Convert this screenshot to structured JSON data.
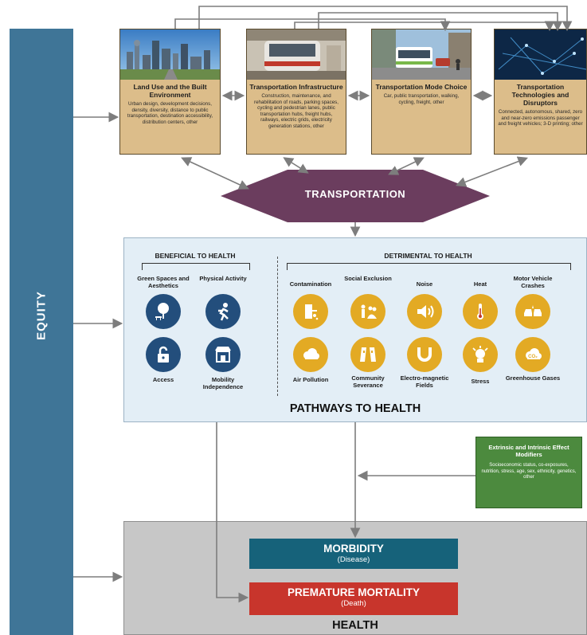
{
  "equity": {
    "label": "EQUITY"
  },
  "transportation_factors": [
    {
      "title": "Land Use and the Built Environment",
      "description": "Urban design, development decisions, density, diversity, distance to public transportation, destination accessibility, distribution centers, other",
      "photo_icon": "city-skyline-photo"
    },
    {
      "title": "Transportation Infrastructure",
      "description": "Construction, maintenance, and rehabilitation of roads, parking spaces, cycling and pedestrian lanes, public transportation hubs, freight hubs, railways, electric grids, electricity generation stations, other",
      "photo_icon": "light-rail-photo"
    },
    {
      "title": "Transportation Mode Choice",
      "description": "Car, public transportation, walking, cycling, freight, other",
      "photo_icon": "bus-street-photo"
    },
    {
      "title": "Transportation Technologies and Disruptors",
      "description": "Connected, autonomous, shared, zero and near-zero emissions passenger and freight vehicles; 3-D printing; other",
      "photo_icon": "network-tech-photo"
    }
  ],
  "transportation": {
    "label": "TRANSPORTATION"
  },
  "pathways": {
    "title": "PATHWAYS TO HEALTH",
    "beneficial_heading": "BENEFICIAL TO HEALTH",
    "detrimental_heading": "DETRIMENTAL TO HEALTH",
    "beneficial_top": [
      {
        "label": "Green Spaces and Aesthetics",
        "icon": "tree-bench-icon"
      },
      {
        "label": "Physical Activity",
        "icon": "runner-icon"
      }
    ],
    "beneficial_bottom": [
      {
        "label": "Access",
        "icon": "unlocked-padlock-icon"
      },
      {
        "label": "Mobility Independence",
        "icon": "storefront-icon"
      }
    ],
    "detrimental_top": [
      {
        "label": "Contamination",
        "icon": "contamination-icon"
      },
      {
        "label": "Social Exclusion",
        "icon": "social-exclusion-icon"
      },
      {
        "label": "Noise",
        "icon": "speaker-noise-icon"
      },
      {
        "label": "Heat",
        "icon": "thermometer-icon"
      },
      {
        "label": "Motor Vehicle Crashes",
        "icon": "car-crash-icon"
      }
    ],
    "detrimental_bottom": [
      {
        "label": "Air Pollution",
        "icon": "smog-cloud-icon"
      },
      {
        "label": "Community Severance",
        "icon": "split-road-icon"
      },
      {
        "label": "Electro-magnetic Fields",
        "icon": "magnet-icon"
      },
      {
        "label": "Stress",
        "icon": "stressed-head-icon"
      },
      {
        "label": "Greenhouse Gases",
        "icon": "co2-cloud-icon"
      }
    ]
  },
  "modifiers": {
    "title": "Extrinsic and Intrinsic Effect Modifiers",
    "description": "Socioeconomic status, co-exposures, nutrition, stress, age, sex, ethnicity, genetics, other"
  },
  "outcomes": {
    "morbidity": {
      "title": "MORBIDITY",
      "subtitle": "(Disease)"
    },
    "mortality": {
      "title": "PREMATURE MORTALITY",
      "subtitle": "(Death)"
    },
    "health_title": "HEALTH"
  },
  "colors": {
    "equity": "#3f7597",
    "factor_box": "#dcbd8a",
    "transportation": "#6b3d5e",
    "pathways_bg": "#e3eef6",
    "beneficial_icon": "#234e7c",
    "detrimental_icon": "#e3aa24",
    "modifiers": "#4c8a3e",
    "morbidity": "#16627a",
    "mortality": "#c8352c",
    "health_bg": "#c7c7c7"
  }
}
